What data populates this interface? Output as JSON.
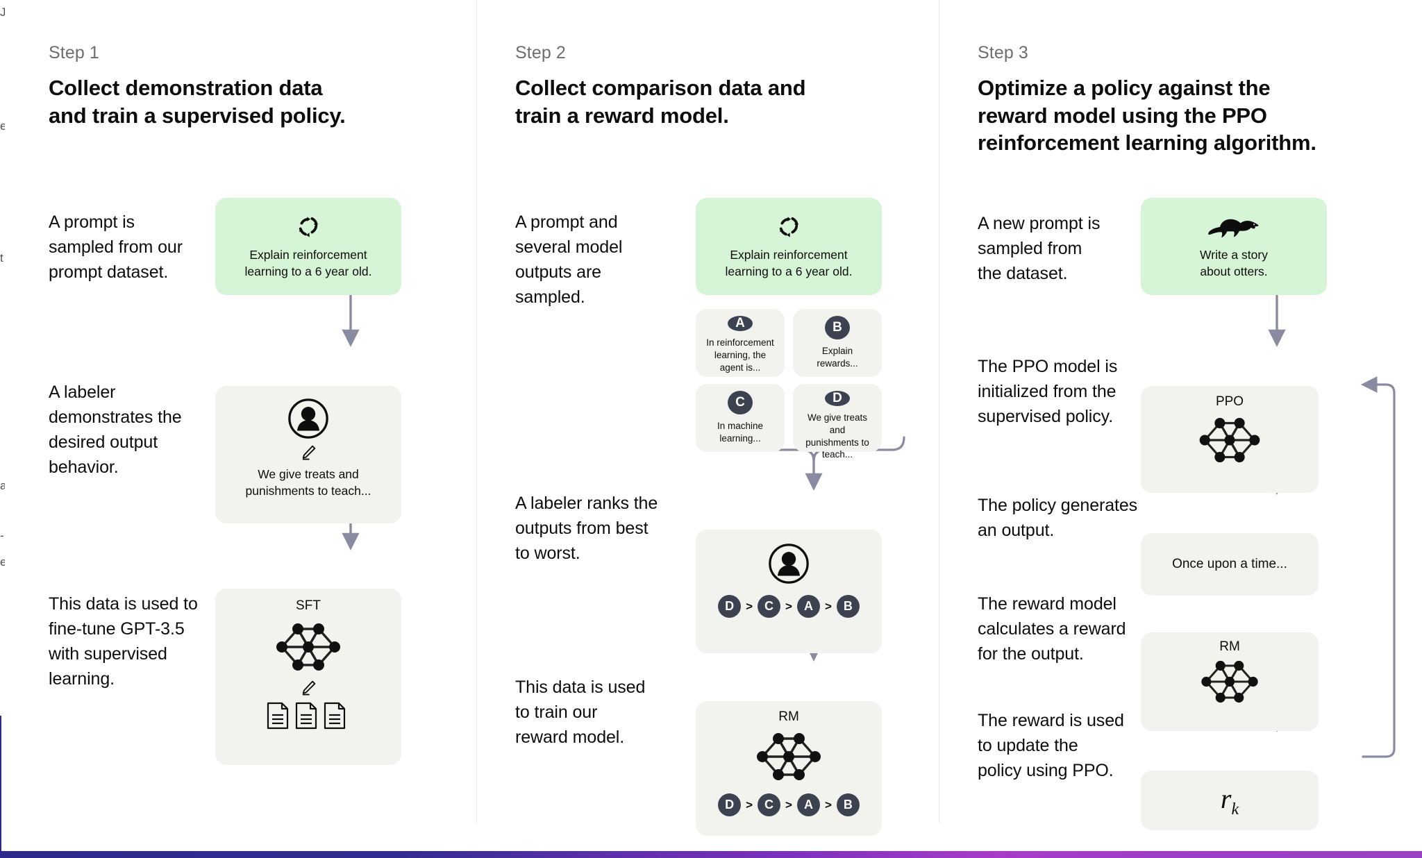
{
  "theme": {
    "green_card": "#d6f5d6",
    "grey_card": "#f2f2ef",
    "badge": "#3c4250",
    "arrow": "#8a8aa0",
    "divider": "#e6e6e6",
    "bar_start": "#2e2a8c",
    "bar_end": "#9a42c4"
  },
  "edge_fragments": [
    "J",
    "e",
    "t",
    "a",
    "-",
    "e"
  ],
  "columns": [
    {
      "step_label": "Step 1",
      "title": "Collect demonstration data\nand train a supervised policy.",
      "paragraphs": [
        "A prompt is\nsampled from our\nprompt dataset.",
        "A labeler\ndemonstrates the\ndesired output\nbehavior.",
        "This data is used to\nfine-tune GPT-3.5\nwith supervised\nlearning."
      ],
      "cards": [
        {
          "id": "prompt-card",
          "style": "green",
          "icon": "refresh-cycle-icon",
          "text": "Explain reinforcement\nlearning to a 6 year old."
        },
        {
          "id": "labeler-card",
          "style": "grey",
          "icons": [
            "person-circle-icon",
            "pencil-icon"
          ],
          "text": "We give treats and\npunishments to teach..."
        },
        {
          "id": "sft-card",
          "style": "grey",
          "title": "SFT",
          "icons": [
            "neural-network-icon",
            "pencil-icon",
            "documents-icon"
          ]
        }
      ]
    },
    {
      "step_label": "Step 2",
      "title": "Collect comparison data and\ntrain a reward model.",
      "paragraphs": [
        "A prompt and\nseveral model\noutputs are\nsampled.",
        "A labeler ranks the\noutputs from best\nto worst.",
        "This data is used\nto train our\nreward model."
      ],
      "cards": [
        {
          "id": "prompt-card",
          "style": "green",
          "icon": "refresh-cycle-icon",
          "text": "Explain reinforcement\nlearning to a 6 year old."
        }
      ],
      "outputs": [
        {
          "letter": "A",
          "text": "In reinforcement\nlearning, the\nagent is..."
        },
        {
          "letter": "B",
          "text": "Explain rewards..."
        },
        {
          "letter": "C",
          "text": "In machine\nlearning..."
        },
        {
          "letter": "D",
          "text": "We give treats and\npunishments to\nteach..."
        }
      ],
      "ranking_card": {
        "id": "labeler-rank-card",
        "icon": "person-circle-icon",
        "ranking": [
          "D",
          "C",
          "A",
          "B"
        ],
        "separator": ">"
      },
      "rm_card": {
        "id": "rm-card",
        "title": "RM",
        "icon": "neural-network-icon",
        "ranking": [
          "D",
          "C",
          "A",
          "B"
        ],
        "separator": ">"
      }
    },
    {
      "step_label": "Step 3",
      "title": "Optimize a policy against the\nreward model using the PPO\nreinforcement learning algorithm.",
      "paragraphs": [
        "A new prompt is\nsampled from\nthe dataset.",
        "The PPO model is\ninitialized from the\nsupervised policy.",
        "The policy generates\nan output.",
        "The reward model\ncalculates a reward\nfor the output.",
        "The reward is used\nto update the\npolicy using PPO."
      ],
      "cards": [
        {
          "id": "new-prompt-card",
          "style": "green",
          "icon": "otter-icon",
          "text": "Write a story\nabout otters."
        },
        {
          "id": "ppo-card",
          "style": "grey",
          "title": "PPO",
          "icon": "neural-network-icon"
        },
        {
          "id": "output-card",
          "style": "grey",
          "text": "Once upon a time..."
        },
        {
          "id": "rm-card",
          "style": "grey",
          "title": "RM",
          "icon": "neural-network-icon"
        },
        {
          "id": "reward-card",
          "style": "grey",
          "reward_symbol": "r",
          "reward_subscript": "k"
        }
      ]
    }
  ]
}
